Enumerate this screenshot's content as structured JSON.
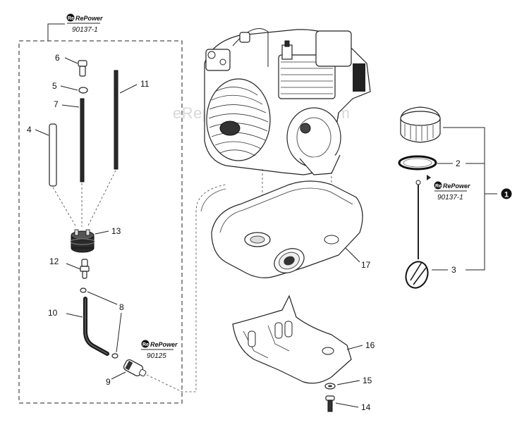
{
  "watermark": "eReplacementParts.com",
  "kit_badges": [
    {
      "brand": "RePower",
      "code": "90137-1"
    },
    {
      "brand": "RePower",
      "code": "90137-1"
    },
    {
      "brand": "RePower",
      "code": "90125"
    }
  ],
  "callouts": {
    "p1": "1",
    "p2": "2",
    "p3": "3",
    "p4": "4",
    "p5": "5",
    "p6": "6",
    "p7": "7",
    "p8": "8",
    "p9": "9",
    "p10": "10",
    "p11": "11",
    "p12": "12",
    "p13": "13",
    "p14": "14",
    "p15": "15",
    "p16": "16",
    "p17": "17"
  }
}
